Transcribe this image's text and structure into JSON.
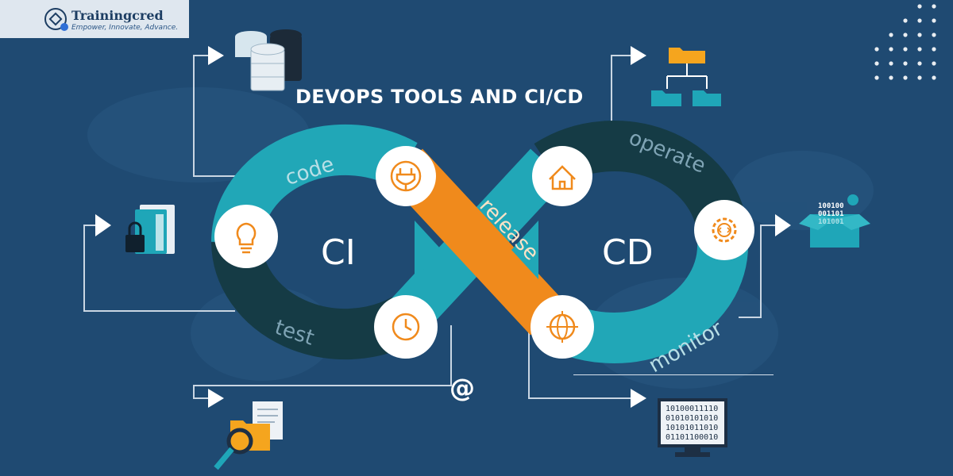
{
  "brand": {
    "name": "Trainingcred",
    "tagline": "Empower, Innovate, Advance."
  },
  "title": "DEVOPS TOOLS AND CI/CD",
  "loop": {
    "left_label": "CI",
    "right_label": "CD",
    "stages": {
      "code": "code",
      "release": "release",
      "operate": "operate",
      "test": "test",
      "monitor": "monitor"
    }
  },
  "binary": {
    "box_rows": [
      "100100",
      "001101",
      "101001"
    ],
    "monitor_rows": [
      "10100011110",
      "01010101010",
      "10101011010",
      "01101100010"
    ]
  },
  "at_symbol": "@",
  "colors": {
    "background": "#1f4a72",
    "teal": "#21a7b7",
    "dark_teal": "#153b45",
    "orange": "#f08a1c",
    "white": "#ffffff"
  }
}
